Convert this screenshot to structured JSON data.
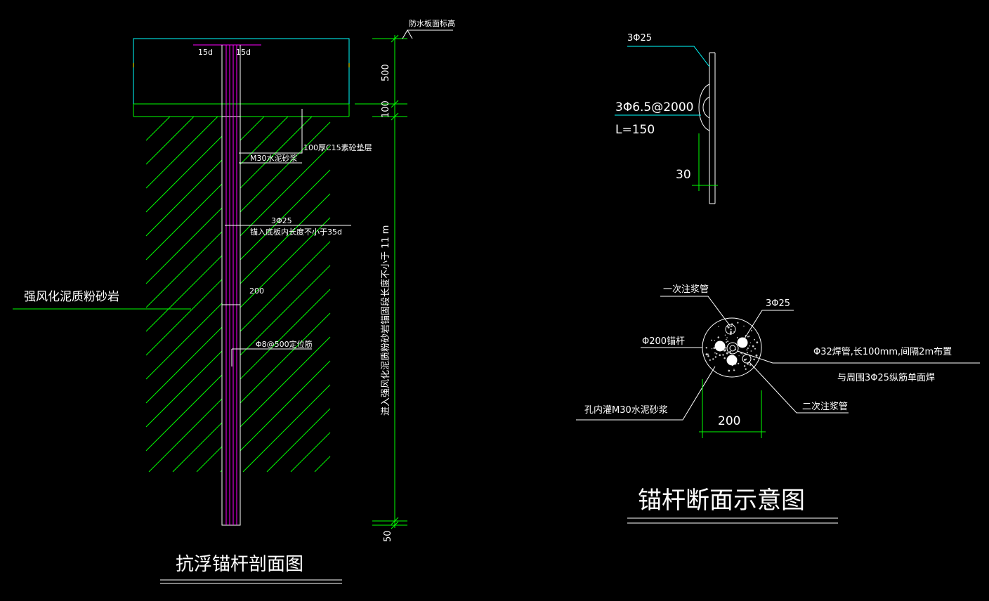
{
  "section_view": {
    "title": "抗浮锚杆剖面图",
    "label_15d_left": "15d",
    "label_15d_right": "15d",
    "label_cushion": "100厚C15素砼垫层",
    "label_grout": "M30水泥砂浆",
    "label_rebar": "3Φ25",
    "label_anchor_len": "锚入底板内长度不小于35d",
    "label_rock": "强风化泥质粉砂岩",
    "label_dia": "200",
    "label_spacer": "Φ8@500定位筋",
    "label_floor_elev": "防水板面标高",
    "dim_500": "500",
    "dim_100": "100",
    "dim_length": "进入强风化泥质粉砂岩锚固段长度不小于 11 m",
    "dim_50": "50"
  },
  "detail_view": {
    "label_rebar": "3Φ25",
    "label_tie": "3Φ6.5@2000",
    "label_L": "L=150",
    "dim_30": "30"
  },
  "cross_section": {
    "title": "锚杆断面示意图",
    "label_primary_pipe": "一次注浆管",
    "label_rebar": "3Φ25",
    "label_anchor": "Φ200锚杆",
    "label_weld_pipe": "Φ32焊管,长100mm,间隔2m布置",
    "label_weld_note": "与周围3Φ25纵筋单面焊",
    "label_grout": "孔内灌M30水泥砂浆",
    "label_secondary_pipe": "二次注浆管",
    "dim_200": "200"
  },
  "colors": {
    "background": "#000000",
    "green": "#00ff00",
    "cyan": "#00ffff",
    "magenta": "#ff00ff",
    "white": "#ffffff"
  }
}
